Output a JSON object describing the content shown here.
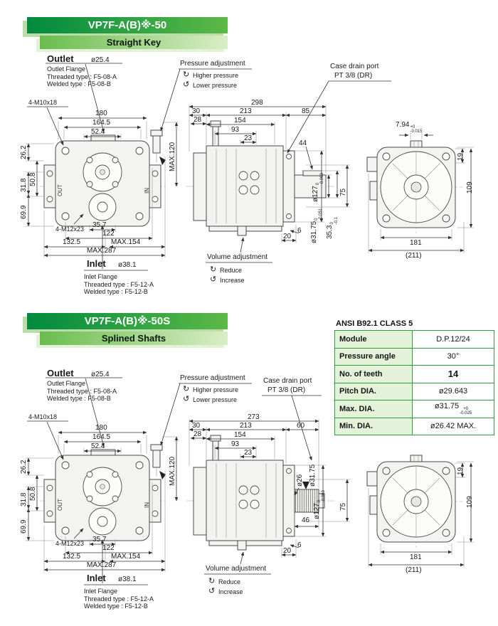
{
  "icons": {
    "rotate_cw": "↻",
    "rotate_ccw": "↺"
  },
  "ports": {
    "out": "OUT",
    "in": "IN"
  },
  "s1": {
    "title": "VP7F-A(B)※-50",
    "subtitle": "Straight Key",
    "outlet": {
      "label": "Outlet",
      "dia": "ø25.4",
      "flange": "Outlet Flange",
      "threaded": "Threaded type : F5-08-A",
      "welded": "Welded type : F5-08-B"
    },
    "inlet": {
      "label": "Inlet",
      "dia": "ø38.1",
      "flange": "Inlet Flange",
      "threaded": "Threaded type : F5-12-A",
      "welded": "Welded type : F5-12-B"
    },
    "pressure_adjustment": {
      "title": "Pressure adjustment",
      "higher": "Higher pressure",
      "lower": "Lower pressure"
    },
    "volume_adjustment": {
      "title": "Volume adjustment",
      "reduce": "Reduce",
      "increase": "Increase"
    },
    "case_drain": {
      "title": "Case drain port",
      "port": "PT 3/8 (DR)"
    },
    "front": {
      "bolts_top": "4-M10x18",
      "bolts_bottom": "4-M12x23",
      "w_total": "180",
      "w1": "164.5",
      "w2": "52.4",
      "h1": "26.2",
      "h2": "50.8",
      "h3": "31.8",
      "h4": "69.9",
      "b1": "35.7",
      "b2": "122",
      "b3": "132.5",
      "b4": "MAX.154",
      "b5": "MAX.287"
    },
    "side": {
      "len_total": "298",
      "t1": "30",
      "t2": "28",
      "t3": "213",
      "t4": "85",
      "t5": "154",
      "t6": "93",
      "t7": "23",
      "key_pos": "44",
      "valve_h": "MAX.120",
      "flange_dia": "ø127",
      "flange_tol_top": "0",
      "flange_tol_bot": "-0.063",
      "pilot": "75",
      "shaft_dia": "ø31.75",
      "shaft_tol_top": "0",
      "shaft_tol_bot": "-0.051",
      "key_h": "35.3",
      "key_tol_top": "0",
      "key_tol_bot": "-0.1",
      "foot1": "20",
      "foot2": "6"
    },
    "end": {
      "key_w": "7.94",
      "key_w_tol_top": "+0",
      "key_w_tol_bot": "-0.015",
      "e1": "19",
      "e2": "109",
      "e3": "181",
      "e4": "(211)"
    }
  },
  "s2": {
    "title": "VP7F-A(B)※-50S",
    "subtitle": "Splined Shafts",
    "outlet": {
      "label": "Outlet",
      "dia": "ø25.4",
      "flange": "Outlet Flange",
      "threaded": "Threaded type : F5-08-A",
      "welded": "Welded type : F5-08-B"
    },
    "inlet": {
      "label": "Inlet",
      "dia": "ø38.1",
      "flange": "Inlet Flange",
      "threaded": "Threaded type : F5-12-A",
      "welded": "Welded type : F5-12-B"
    },
    "pressure_adjustment": {
      "title": "Pressure adjustment",
      "higher": "Higher pressure",
      "lower": "Lower pressure"
    },
    "volume_adjustment": {
      "title": "Volume adjustment",
      "reduce": "Reduce",
      "increase": "Increase"
    },
    "case_drain": {
      "title": "Case drain port",
      "port": "PT 3/8 (DR)"
    },
    "front": {
      "bolts_top": "4-M10x18",
      "bolts_bottom": "4-M12x23",
      "w_total": "180",
      "w1": "164.5",
      "w2": "52.4",
      "h1": "26.2",
      "h2": "50.8",
      "h3": "31.8",
      "h4": "69.9",
      "b1": "35.7",
      "b2": "122",
      "b3": "132.5",
      "b4": "MAX.154",
      "b5": "MAX.287"
    },
    "side": {
      "len_total": "273",
      "t1": "30",
      "t2": "28",
      "t3": "213",
      "t4": "60",
      "t5": "154",
      "t6": "93",
      "t7": "23",
      "valve_h": "MAX.120",
      "flange_dia": "ø127",
      "flange_tol_top": "0",
      "flange_tol_bot": "-0.063",
      "pilot": "75",
      "spline_minor": "ø26",
      "spline_major": "ø31.75",
      "spline_len": "46",
      "foot1": "20",
      "foot2": "6"
    },
    "end": {
      "e1": "19",
      "e2": "109",
      "e3": "181",
      "e4": "(211)"
    }
  },
  "spline_spec": {
    "standard": "ANSI B92.1 CLASS 5",
    "rows": [
      {
        "label": "Module",
        "value": "D.P.12/24"
      },
      {
        "label": "Pressure angle",
        "value": "30°"
      },
      {
        "label": "No. of teeth",
        "value": "14"
      },
      {
        "label": "Pitch DIA.",
        "value": "ø29.643"
      },
      {
        "label": "Max. DIA.",
        "value": "ø31.75",
        "tol_top": "+0",
        "tol_bot": "-0.025"
      },
      {
        "label": "Min. DIA.",
        "value": "ø26.42 MAX."
      }
    ]
  }
}
